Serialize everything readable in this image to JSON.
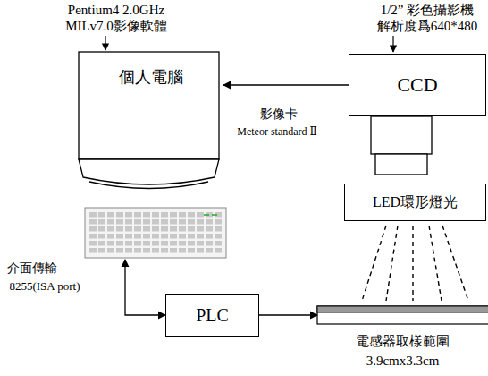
{
  "diagram": {
    "nodes": [
      {
        "text": [
          "個人電腦"
        ]
      },
      {
        "text": [
          "CCD"
        ]
      },
      {
        "text": [
          "LED環形燈光"
        ]
      },
      {
        "text": [
          "PLC"
        ]
      },
      {
        "text": [
          "電感器取樣範圍",
          "3.9cmx3.3cm"
        ]
      }
    ],
    "edges": [
      {
        "from": 1,
        "to": 0,
        "label": "影像卡",
        "arrow": "to"
      },
      {
        "from": 0,
        "to": 3,
        "label": "介面傳輸",
        "arrow": "both"
      },
      {
        "from": 3,
        "to": 4,
        "arrow": "to"
      }
    ],
    "labels": [
      "Pentium4 2.0GHz",
      "MILv7.0影像軟體",
      "1/2” 彩色攝影機",
      "解析度爲640*480",
      "Meteor standard Ⅱ",
      "8255(ISA port)"
    ]
  }
}
